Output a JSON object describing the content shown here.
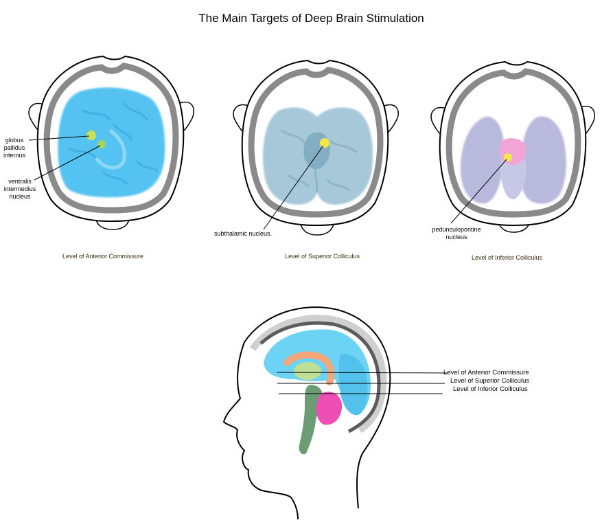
{
  "title": "The Main Targets of Deep Brain Stimulation",
  "colors": {
    "skull": "#8a8a8a",
    "panel1_brain": "#55c3f2",
    "panel2_brain": "#a6c8d8",
    "panel3_brain": "#b9b9de",
    "target_yellow_green": "#c8e05a",
    "target_yellow": "#f2e94a",
    "pink": "#f3a4d6",
    "magenta": "#ee4fb5",
    "orange": "#f5a67a",
    "light_green": "#bedf94",
    "dark_green": "#6c9c73"
  },
  "panels": [
    {
      "caption": "Level of Anterior Commissure",
      "labels": [
        {
          "id": "gpi",
          "lines": [
            "globus",
            "pallidus",
            "internus"
          ]
        },
        {
          "id": "vim",
          "lines": [
            "ventralis",
            "intermedius",
            "nucleus"
          ]
        }
      ]
    },
    {
      "caption": "Level of Superior Colliculus",
      "labels": [
        {
          "id": "stn",
          "lines": [
            "subthalamic nucleus."
          ]
        }
      ]
    },
    {
      "caption": "Level of Inferior Colliculus",
      "labels": [
        {
          "id": "ppn",
          "lines": [
            "pedunculopontine",
            "nucleus"
          ]
        }
      ]
    }
  ],
  "sagittal": {
    "levels": [
      "Level of Anterior Commissure",
      "Level of Superior Colliculus",
      "Level of Inferior Colliculus"
    ]
  }
}
